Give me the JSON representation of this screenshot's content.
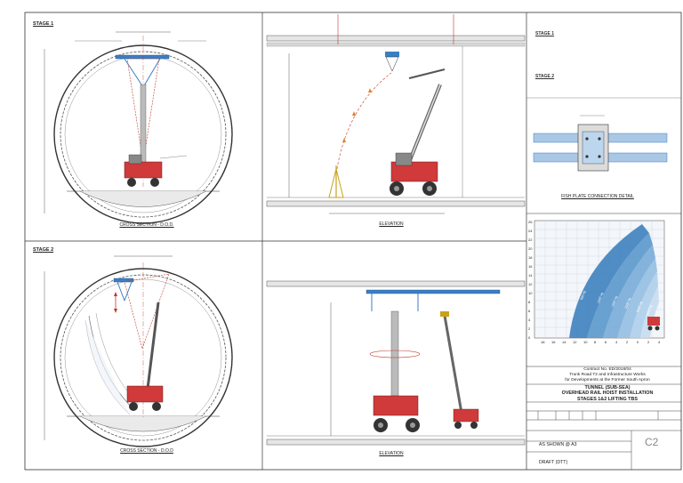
{
  "stage_labels": {
    "stage1": "STAGE 1",
    "stage2": "STAGE 2"
  },
  "view_titles": {
    "cross_section_1": "CROSS SECTION - D.O.D.",
    "cross_section_2": "CROSS SECTION - D.O.D",
    "elevation_1": "ELEVATION",
    "elevation_2": "ELEVATION",
    "fish_plate": "FISH PLATE CONNECTION DETAIL"
  },
  "notes": {
    "stage1_heading": "STAGE 1",
    "stage2_heading": "STAGE 2"
  },
  "title_block": {
    "contract": "Contract No. ED/2018/04",
    "project_line1": "Trunk Road T2 and Infrastructure Works",
    "project_line2": "for Developments at the Former South Apron",
    "drawing_title_1": "TUNNEL (SUB-SEA)",
    "drawing_title_2": "OVERHEAD RAIL HOIST INSTALLATION",
    "drawing_title_3": "STAGES 1&2 LIFTING TBS",
    "scale": "AS SHOWN @ A3",
    "status": "DRAFT (DTT)",
    "revision": "C2"
  },
  "chart_data": {
    "type": "area",
    "title": "",
    "xlabel": "",
    "ylabel": "",
    "x_ticks": [
      "18",
      "16",
      "14",
      "12",
      "10",
      "8",
      "6",
      "4",
      "2",
      "0",
      "2",
      "4"
    ],
    "y_ticks": [
      "26",
      "24",
      "22",
      "20",
      "18",
      "16",
      "14",
      "12",
      "10",
      "8",
      "6",
      "4",
      "2",
      "0"
    ],
    "zones": [
      {
        "name": "800 kg",
        "color": "#3f82bf"
      },
      {
        "name": "1000 kg",
        "color": "#5a98cc"
      },
      {
        "name": "1600 kg",
        "color": "#78acd8"
      },
      {
        "name": "2500 kg",
        "color": "#93bfe1"
      },
      {
        "name": "3000 kg",
        "color": "#aecfea"
      },
      {
        "name": "4000 kg",
        "color": "#c6ddf0"
      }
    ]
  },
  "colors": {
    "rail": "#3a7fc4",
    "crane": "#d03a3a",
    "lift_line": "#c0392b"
  }
}
